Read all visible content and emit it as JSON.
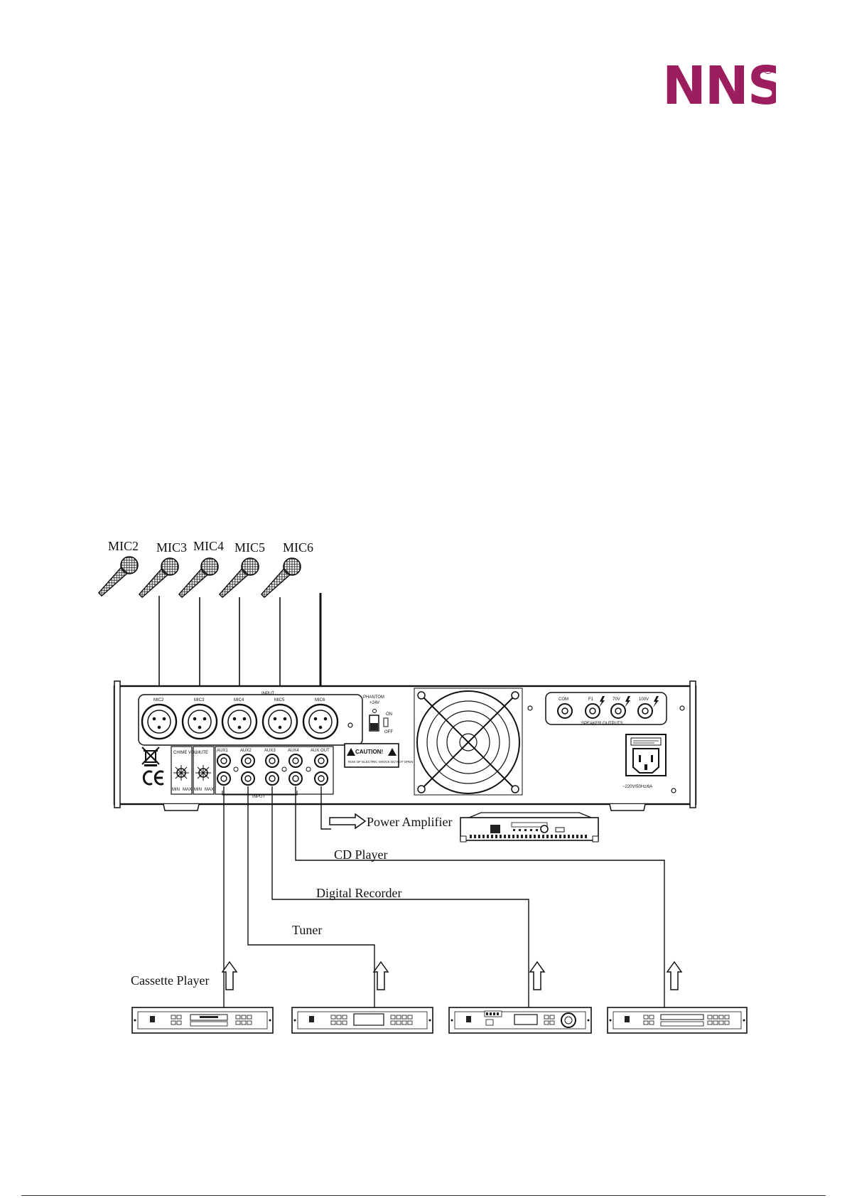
{
  "brand": {
    "logo_text": "NNS",
    "registered_mark": "®"
  },
  "microphones": [
    {
      "label": "MIC2"
    },
    {
      "label": "MIC3"
    },
    {
      "label": "MIC4"
    },
    {
      "label": "MIC5"
    },
    {
      "label": "MIC6"
    }
  ],
  "rear_panel": {
    "input_title": "INPUT",
    "mic_jacks": [
      "MIC2",
      "MIC3",
      "MIC4",
      "MIC5",
      "MIC6"
    ],
    "phantom": {
      "title": "PHANTOM",
      "voltage": "+24V",
      "on": "ON",
      "off": "OFF"
    },
    "outputs": [
      "COM",
      "F1",
      "70V",
      "100V"
    ],
    "outputs_caption": "SPEAKER OUTPUTS",
    "chime_label": "CHIME VOL",
    "mute_label": "MUTE",
    "min_label": "MIN",
    "max_label": "MAX",
    "aux_labels": [
      "AUX1",
      "AUX2",
      "AUX3",
      "AUX4",
      "AUX OUT"
    ],
    "aux_input_caption": "INPUT",
    "caution_title": "CAUTION!",
    "caution_text": "RISK OF ELECTRIC SHOCK DO NOT OPEN",
    "power_rating": "~220V/50Hz/6A"
  },
  "connections": {
    "power_amplifier": "Power Amplifier",
    "cd_player": "CD Player",
    "digital_recorder": "Digital Recorder",
    "tuner": "Tuner",
    "cassette_player": "Cassette Player"
  }
}
